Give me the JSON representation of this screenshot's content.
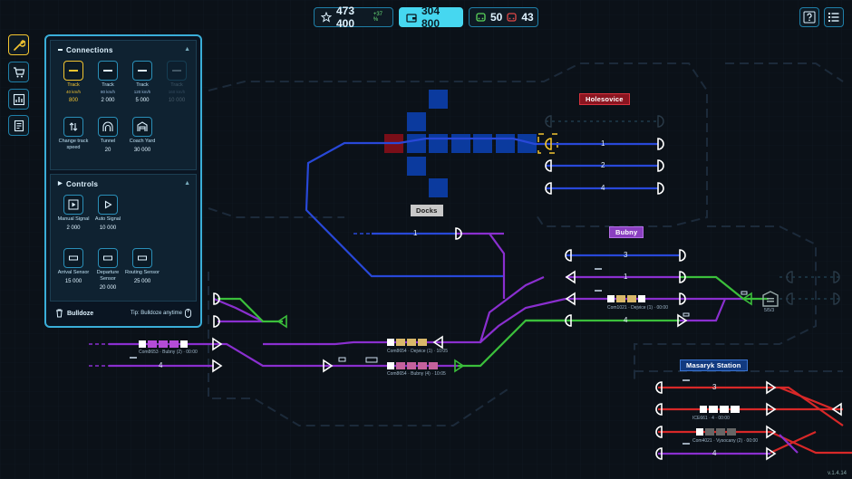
{
  "topbar": {
    "stars": "473 400",
    "stars_change": "+37 %",
    "money": "304 800",
    "trains_ok": "50",
    "trains_bad": "43",
    "icons": {
      "star": "star-icon",
      "wallet": "wallet-icon",
      "train_ok": "train-ok-icon",
      "train_bad": "train-bad-icon",
      "help": "help-icon",
      "menu": "list-menu-icon"
    }
  },
  "left_toolbar": [
    {
      "icon": "wrench-icon",
      "active": true
    },
    {
      "icon": "cart-icon",
      "active": false
    },
    {
      "icon": "stats-icon",
      "active": false
    },
    {
      "icon": "book-icon",
      "active": false
    }
  ],
  "panel": {
    "connections_title": "Connections",
    "controls_title": "Controls",
    "connections": [
      {
        "name": "Track",
        "speed": "40 km/h",
        "price": "800",
        "selected": true
      },
      {
        "name": "Track",
        "speed": "80 km/h",
        "price": "2 000"
      },
      {
        "name": "Track",
        "speed": "120 km/h",
        "price": "5 000"
      },
      {
        "name": "Track",
        "speed": "160 km/h",
        "price": "10 000",
        "disabled": true
      },
      {
        "name": "Change track speed",
        "speed": "",
        "price": ""
      },
      {
        "name": "Tunnel",
        "speed": "",
        "price": "20"
      },
      {
        "name": "Coach Yard",
        "speed": "",
        "price": "30 000"
      }
    ],
    "controls": [
      {
        "name": "Manual Signal",
        "price": "2 000"
      },
      {
        "name": "Auto Signal",
        "price": "10 000"
      },
      {
        "name": "Arrival Sensor",
        "price": "15 000"
      },
      {
        "name": "Departure Sensor",
        "price": "20 000"
      },
      {
        "name": "Routing Sensor",
        "price": "25 000"
      }
    ],
    "bulldoze_label": "Bulldoze",
    "tip": "Tip: Bulldoze anytime"
  },
  "stations": {
    "holesovice": "Holesovice",
    "docks": "Docks",
    "bubny": "Bubny",
    "masaryk": "Masaryk Station"
  },
  "track_numbers": {
    "holesovice": [
      "1",
      "2",
      "4"
    ],
    "docks": [
      "1"
    ],
    "bubny": [
      "3",
      "1",
      "4"
    ],
    "left": [
      "4"
    ],
    "masaryk": [
      "3",
      "4"
    ]
  },
  "trains": [
    {
      "label": "Com8654 · Dejvice (1) · 10:05"
    },
    {
      "label": "Com8654 · Bubny (4) · 10:05"
    },
    {
      "label": "Com1021 · Dejvice (1) · 00:00"
    },
    {
      "label": "Com8653 · Bubny (2) · 00:00"
    },
    {
      "label": "ICE661 · 4 · 00:00"
    },
    {
      "label": "Com4021 · Vysocany (2) · 00:00"
    }
  ],
  "depot_counter": "5/5/3",
  "version": "v.1.4.14",
  "colors": {
    "accent": "#3aaed8",
    "selected": "#f2c430",
    "track_blue": "#2848d8",
    "track_purple": "#8a2fcf",
    "track_green": "#3bbf3b",
    "track_red": "#d82828",
    "highlight_blue": "#0b3a9e"
  }
}
